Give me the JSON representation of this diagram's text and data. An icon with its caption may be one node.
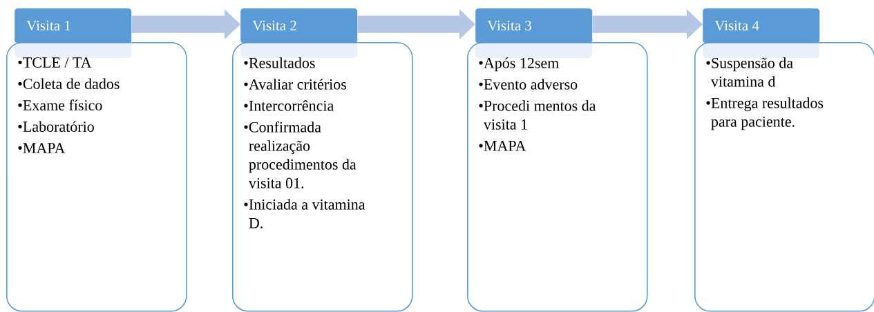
{
  "diagram": {
    "nodes": [
      {
        "text": [
          "Visita 1"
        ]
      },
      {
        "text": [
          "•TCLE / TA",
          "•Coleta de dados",
          "•Exame físico",
          "•Laboratório",
          "•MAPA"
        ]
      },
      {
        "text": [
          "Visita 2"
        ]
      },
      {
        "text": [
          "•Resultados",
          "•Avaliar critérios",
          "•Intercorrência",
          "•Confirmada realização procedimentos da visita 01.",
          "•Iniciada a vitamina D."
        ]
      },
      {
        "text": [
          "Visita 3"
        ]
      },
      {
        "text": [
          "•Após 12sem",
          "•Evento adverso",
          "•Procedi mentos da visita 1",
          "•MAPA"
        ]
      },
      {
        "text": [
          "Visita 4"
        ]
      },
      {
        "text": [
          "•Suspensão da vitamina d",
          "•Entrega resultados para paciente."
        ]
      }
    ],
    "edges": [
      {
        "from": 0,
        "to": 2,
        "arrow": "to"
      },
      {
        "from": 2,
        "to": 4,
        "arrow": "to"
      },
      {
        "from": 4,
        "to": 6,
        "arrow": "to"
      }
    ]
  }
}
